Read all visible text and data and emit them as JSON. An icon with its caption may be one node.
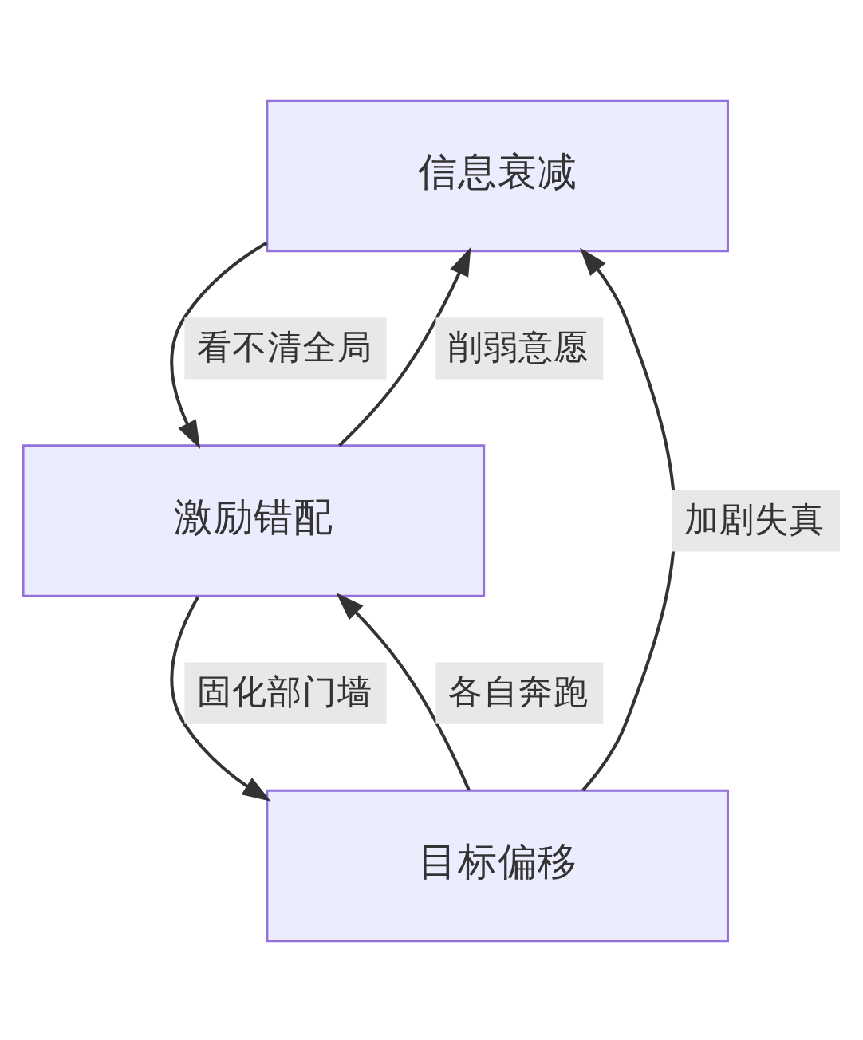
{
  "diagram": {
    "nodes": [
      {
        "text": [
          "信息衰减"
        ]
      },
      {
        "text": [
          "激励错配"
        ]
      },
      {
        "text": [
          "目标偏移"
        ]
      }
    ],
    "edges": [
      {
        "from": 0,
        "to": 1,
        "arrow": "to",
        "label": "看不清全局"
      },
      {
        "from": 1,
        "to": 0,
        "arrow": "to",
        "label": "削弱意愿"
      },
      {
        "from": 1,
        "to": 2,
        "arrow": "to",
        "label": "固化部门墙"
      },
      {
        "from": 2,
        "to": 1,
        "arrow": "to",
        "label": "各自奔跑"
      },
      {
        "from": 2,
        "to": 0,
        "arrow": "to",
        "label": "加剧失真"
      }
    ]
  }
}
